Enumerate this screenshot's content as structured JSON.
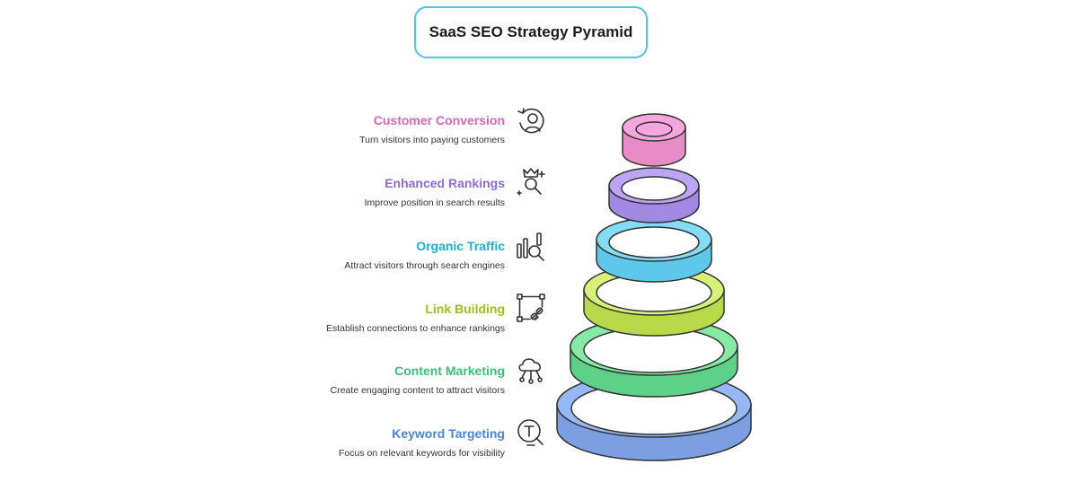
{
  "title": "SaaS SEO Strategy Pyramid",
  "tiers": [
    {
      "heading": "Customer Conversion",
      "description": "Turn visitors into paying customers",
      "color": "#e064b4",
      "fill": "#f6a6dc",
      "icon": "user-refresh-icon"
    },
    {
      "heading": "Enhanced Rankings",
      "description": "Improve position in search results",
      "color": "#8a6bd8",
      "fill": "#bca5f4",
      "icon": "crown-search-icon"
    },
    {
      "heading": "Organic Traffic",
      "description": "Attract visitors through search engines",
      "color": "#1cb0d4",
      "fill": "#84dcf7",
      "icon": "analytics-search-icon"
    },
    {
      "heading": "Link Building",
      "description": "Establish connections to enhance rankings",
      "color": "#9ac11c",
      "fill": "#d6f07a",
      "icon": "link-frame-icon"
    },
    {
      "heading": "Content Marketing",
      "description": "Create engaging content to attract visitors",
      "color": "#3cbf7a",
      "fill": "#86eaa6",
      "icon": "cloud-network-icon"
    },
    {
      "heading": "Keyword Targeting",
      "description": "Focus on relevant keywords for visibility",
      "color": "#4b83d8",
      "fill": "#96b8f6",
      "icon": "text-search-icon"
    }
  ]
}
